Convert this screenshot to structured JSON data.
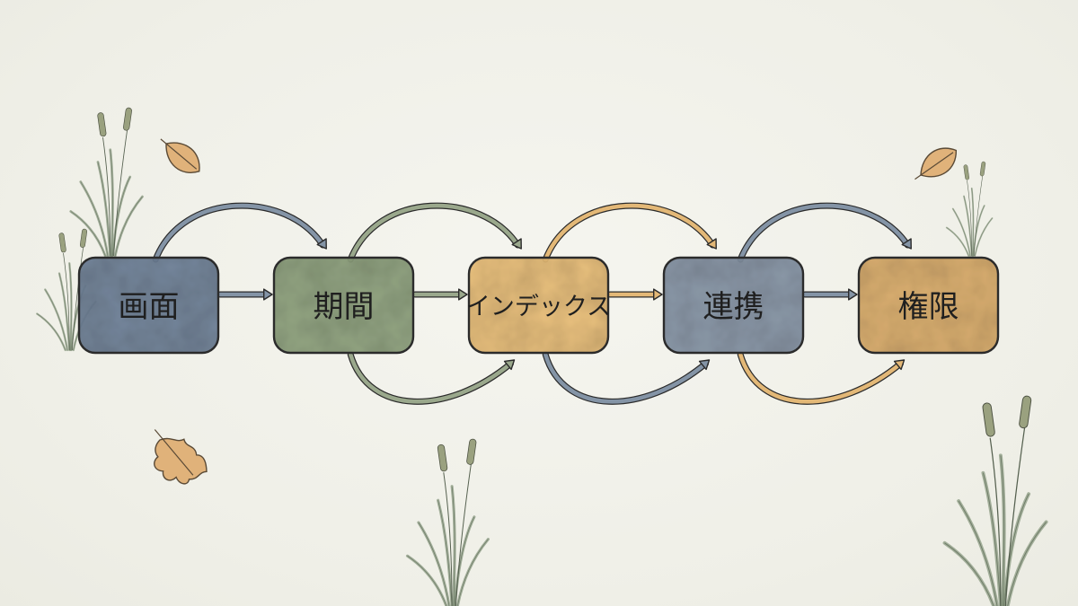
{
  "nodes": [
    {
      "id": "gamen",
      "label": "画面",
      "color": "#6f8198"
    },
    {
      "id": "kikan",
      "label": "期間",
      "color": "#8fa27e"
    },
    {
      "id": "index",
      "label": "インデックス",
      "color": "#e9be78"
    },
    {
      "id": "renkei",
      "label": "連携",
      "color": "#8795a6"
    },
    {
      "id": "kengen",
      "label": "権限",
      "color": "#dcae6c"
    }
  ],
  "colors": {
    "background": "#f1f1ea",
    "outline": "#2b2b2b",
    "arrow_blue": "#8494a6",
    "arrow_green": "#9aa88c",
    "arrow_orange": "#e3b877",
    "reed": "#8a9a80",
    "leaf": "#e0b27a"
  },
  "arrows": {
    "straight": [
      {
        "from": "gamen",
        "to": "kikan",
        "color": "arrow_blue"
      },
      {
        "from": "kikan",
        "to": "index",
        "color": "arrow_green"
      },
      {
        "from": "index",
        "to": "renkei",
        "color": "arrow_orange"
      },
      {
        "from": "renkei",
        "to": "kengen",
        "color": "arrow_blue"
      }
    ],
    "over": [
      {
        "from": "gamen",
        "to": "kikan",
        "color": "arrow_blue"
      },
      {
        "from": "kikan",
        "to": "index",
        "color": "arrow_green"
      },
      {
        "from": "index",
        "to": "renkei",
        "color": "arrow_orange"
      },
      {
        "from": "renkei",
        "to": "kengen",
        "color": "arrow_blue"
      }
    ],
    "under": [
      {
        "from": "kikan",
        "to": "index",
        "color": "arrow_green"
      },
      {
        "from": "index",
        "to": "renkei",
        "color": "arrow_blue"
      },
      {
        "from": "renkei",
        "to": "kengen",
        "color": "arrow_orange"
      }
    ]
  },
  "decorations": [
    "reed-cluster",
    "reed-cluster",
    "reed-cluster",
    "reed-cluster",
    "leaf",
    "leaf",
    "oak-leaf"
  ]
}
